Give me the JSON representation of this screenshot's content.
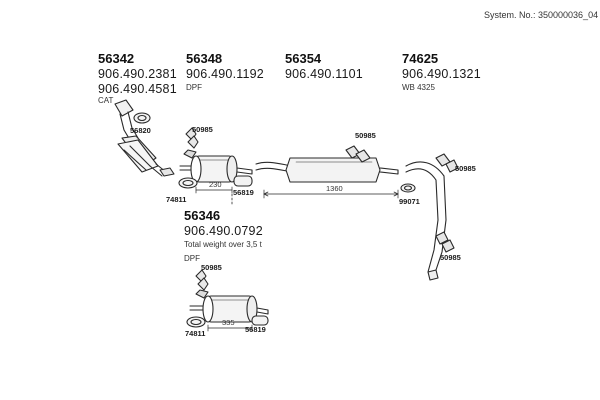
{
  "system_no": "System. No.: 350000036_04",
  "groups": [
    {
      "id": "56342",
      "parts": [
        "906.490.2381",
        "906.490.4581"
      ],
      "note": "CAT"
    },
    {
      "id": "56348",
      "parts": [
        "906.490.1192"
      ],
      "note": "DPF"
    },
    {
      "id": "56354",
      "parts": [
        "906.490.1101"
      ],
      "note": ""
    },
    {
      "id": "74625",
      "parts": [
        "906.490.1321"
      ],
      "note": "WB 4325"
    },
    {
      "id": "56346",
      "parts": [
        "906.490.0792"
      ],
      "note": "Total weight over 3,5 t",
      "note2": "DPF"
    }
  ],
  "part_labels": {
    "p56820": "56820",
    "p50985_a": "50985",
    "p50985_b": "50985",
    "p50985_c": "50985",
    "p50985_d": "50985",
    "p50985_e": "50985",
    "p74811_a": "74811",
    "p74811_b": "74811",
    "p56819_a": "56819",
    "p56819_b": "56819",
    "p99071": "99071"
  },
  "dimensions": {
    "d230": "230",
    "d1360": "1360",
    "d335": "335"
  }
}
